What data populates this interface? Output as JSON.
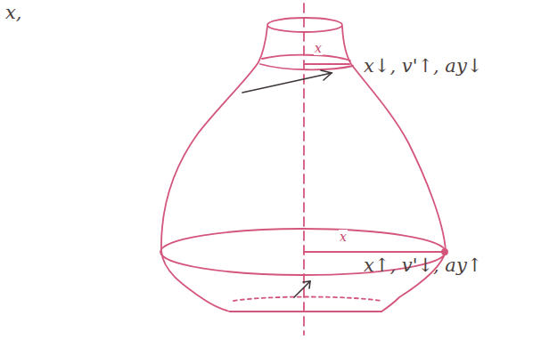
{
  "diagram": {
    "labels": [
      "x,",
      "x",
      "x↓, v'↑, ay↓",
      "x",
      "x↑, v'↓, ay↑"
    ]
  }
}
